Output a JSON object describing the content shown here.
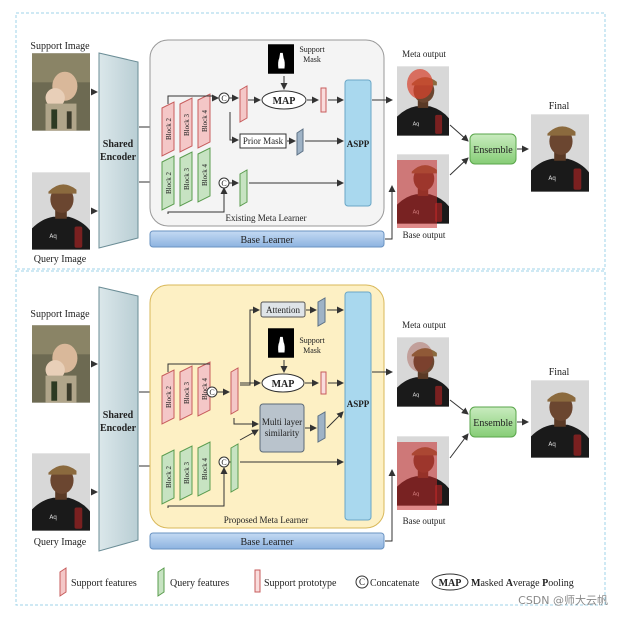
{
  "top": {
    "support_image_label": "Support Image",
    "query_image_label": "Query Image",
    "encoder_label_1": "Shared",
    "encoder_label_2": "Encoder",
    "support_mask_label_1": "Support",
    "support_mask_label_2": "Mask",
    "map_label": "MAP",
    "prior_mask_label": "Prior Mask",
    "aspp_label": "ASPP",
    "meta_output_label": "Meta output",
    "base_output_label": "Base output",
    "ensemble_label": "Ensemble",
    "final_label": "Final",
    "learner_caption": "Existing Meta Learner",
    "base_learner_label": "Base Learner",
    "concat_symbol": "C",
    "blocks": [
      "Block 2",
      "Block 3",
      "Block 4"
    ]
  },
  "bottom": {
    "support_image_label": "Support Image",
    "query_image_label": "Query Image",
    "encoder_label_1": "Shared",
    "encoder_label_2": "Encoder",
    "attention_label": "Attention",
    "support_mask_label_1": "Support",
    "support_mask_label_2": "Mask",
    "map_label": "MAP",
    "multi_layer_label_1": "Multi layer",
    "multi_layer_label_2": "similarity",
    "aspp_label": "ASPP",
    "meta_output_label": "Meta output",
    "base_output_label": "Base output",
    "ensemble_label": "Ensemble",
    "final_label": "Final",
    "learner_caption": "Proposed Meta Learner",
    "base_learner_label": "Base Learner",
    "concat_symbol": "C",
    "blocks": [
      "Block 2",
      "Block 3",
      "Block 4"
    ]
  },
  "legend": {
    "support_features": "Support features",
    "query_features": "Query features",
    "support_prototype": "Support prototype",
    "concatenate_symbol": "C",
    "concatenate": "Concatenate",
    "map_badge": "MAP",
    "masked_average_pooling_parts": [
      "M",
      "asked ",
      "A",
      "verage ",
      "P",
      "ooling"
    ]
  },
  "watermark": "CSDN @师大云帆",
  "colors": {
    "support_feature": "#f4c7c7",
    "query_feature": "#c7e3c2",
    "aspp": "#a9d8ee",
    "ensemble": "#9bd88e",
    "base_learner": "#9dbfe6",
    "proposed_bg": "#fdf0c4",
    "existing_bg": "#f4f4f4"
  }
}
